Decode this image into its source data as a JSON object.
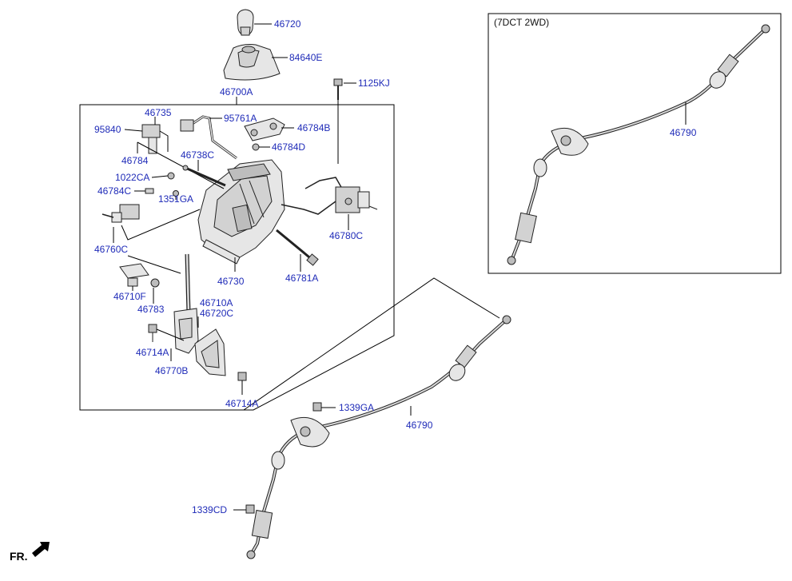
{
  "inset": {
    "title": "(7DCT 2WD)"
  },
  "direction_marker": "FR.",
  "labels": {
    "l46720": "46720",
    "l84640E": "84640E",
    "l46700A": "46700A",
    "l1125KJ": "1125KJ",
    "l46735": "46735",
    "l95840": "95840",
    "l95761A": "95761A",
    "l46784B": "46784B",
    "l46784D": "46784D",
    "l46784": "46784",
    "l46738C": "46738C",
    "l1022CA": "1022CA",
    "l46784C": "46784C",
    "l1351GA": "1351GA",
    "l46780C": "46780C",
    "l46760C": "46760C",
    "l46730": "46730",
    "l46781A": "46781A",
    "l46710F": "46710F",
    "l46783": "46783",
    "l46710A": "46710A",
    "l46720C": "46720C",
    "l46714A_1": "46714A",
    "l46770B": "46770B",
    "l46714A_2": "46714A",
    "l1339GA": "1339GA",
    "l46790_main": "46790",
    "l1339CD": "1339CD",
    "l46790_inset": "46790"
  }
}
